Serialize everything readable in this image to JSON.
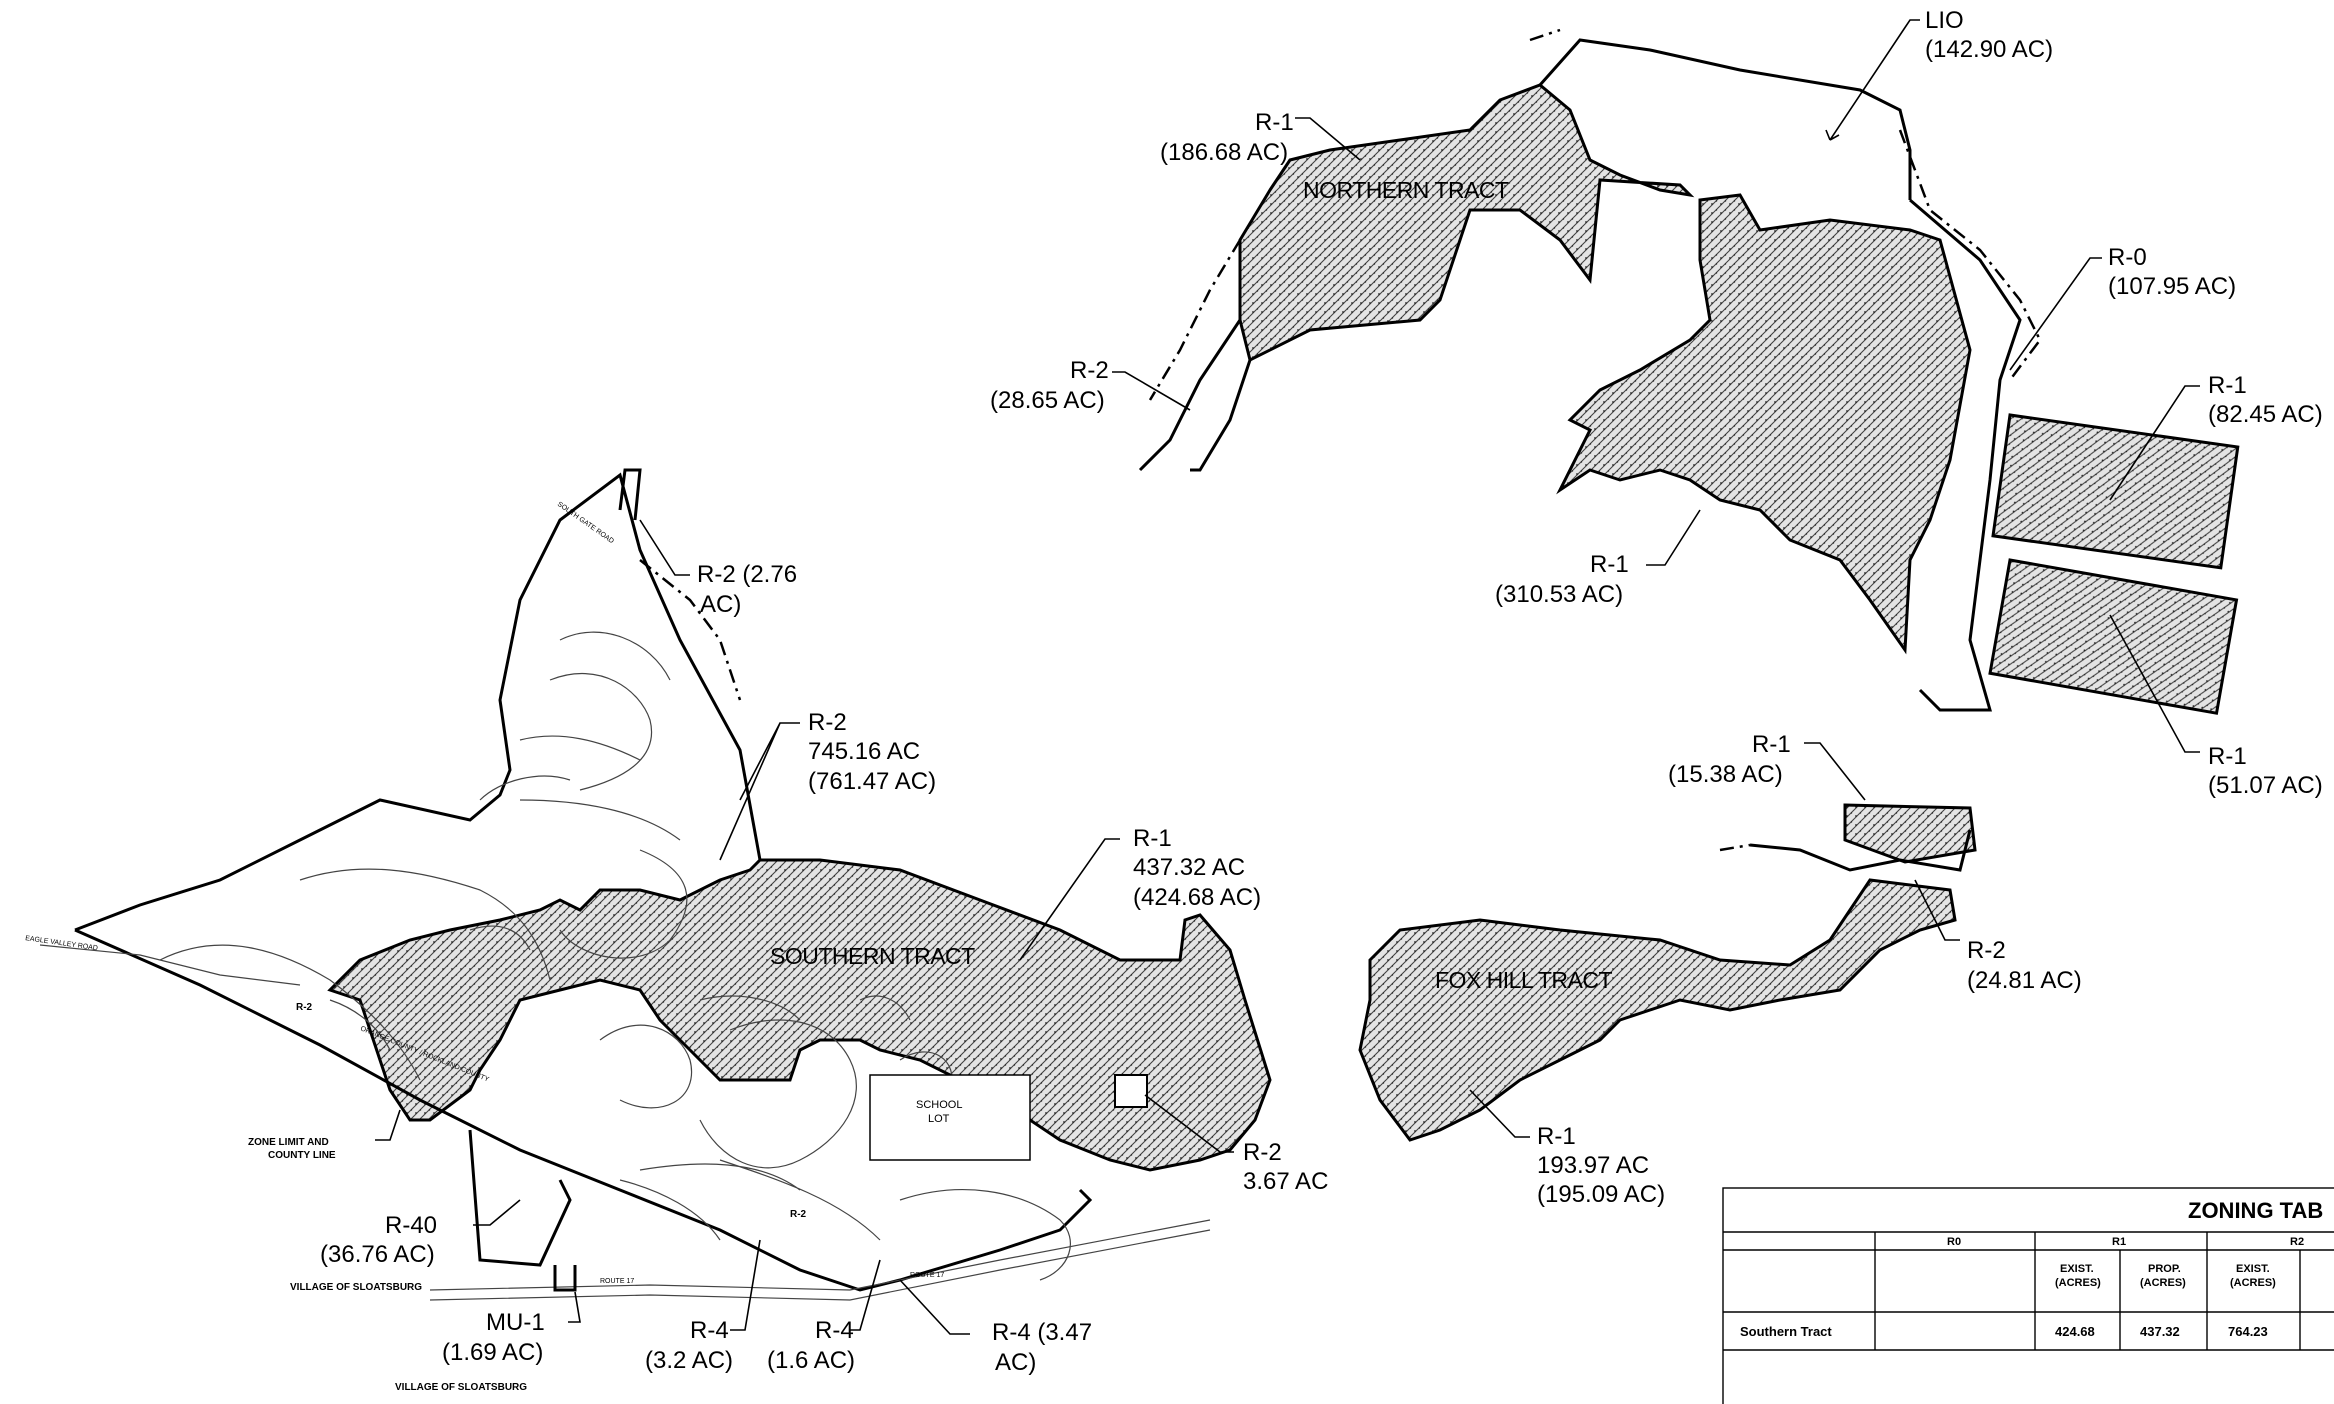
{
  "tracts": {
    "northern": "NORTHERN TRACT",
    "southern": "SOUTHERN TRACT",
    "fox_hill": "FOX HILL TRACT"
  },
  "labels": {
    "lio_zone": "LIO",
    "lio_area": "(142.90 AC)",
    "n_r1_zone": "R-1",
    "n_r1_area": "(186.68 AC)",
    "n_r2_zone": "R-2",
    "n_r2_area": "(28.65 AC)",
    "r0_zone": "R-0",
    "r0_area": "(107.95 AC)",
    "r1_82_zone": "R-1",
    "r1_82_area": "(82.45 AC)",
    "r1_310_zone": "R-1",
    "r1_310_area": "(310.53 AC)",
    "r1_51_zone": "R-1",
    "r1_51_area": "(51.07 AC)",
    "r1_15_zone": "R-1",
    "r1_15_area": "(15.38 AC)",
    "fh_r2_zone": "R-2",
    "fh_r2_area": "(24.81 AC)",
    "fh_r1_zone": "R-1",
    "fh_r1_area_1": "193.97 AC",
    "fh_r1_area_2": "(195.09 AC)",
    "s_r2_276_line1": "R-2 (2.76",
    "s_r2_276_line2": "AC)",
    "s_r2_745_zone": "R-2",
    "s_r2_745_area_1": "745.16 AC",
    "s_r2_745_area_2": "(761.47 AC)",
    "s_r1_zone": "R-1",
    "s_r1_area_1": "437.32 AC",
    "s_r1_area_2": "(424.68 AC)",
    "s_r2_367_zone": "R-2",
    "s_r2_367_area": "3.67 AC",
    "r40_zone": "R-40",
    "r40_area": "(36.76 AC)",
    "village_1": "VILLAGE OF SLOATSBURG",
    "mu1_zone": "MU-1",
    "mu1_area": "(1.69 AC)",
    "village_2": "VILLAGE OF SLOATSBURG",
    "r4_32_zone": "R-4",
    "r4_32_area": "(3.2 AC)",
    "r4_16_zone": "R-4",
    "r4_16_area": "(1.6 AC)",
    "r4_347_line1": "R-4 (3.47",
    "r4_347_line2": "AC)",
    "zone_limit_1": "ZONE LIMIT AND",
    "zone_limit_2": "COUNTY LINE",
    "school_1": "SCHOOL",
    "school_2": "LOT",
    "inner_r2_a": "R-2",
    "inner_r2_b": "R-2",
    "road_south_gate": "SOUTH GATE ROAD",
    "road_eagle_valley": "EAGLE VALLEY ROAD",
    "road_county": "ORANGE COUNTY / ROCKLAND COUNTY",
    "road_route17a": "ROUTE 17",
    "road_route17b": "ROUTE 17"
  },
  "zoning_table": {
    "title": "ZONING TAB",
    "col_r0": "R0",
    "col_r1": "R1",
    "col_r2": "R2",
    "sub_exist_1": "EXIST.",
    "sub_exist_2": "(ACRES)",
    "sub_prop_1": "PROP.",
    "sub_prop_2": "(ACRES)",
    "sub_exist_r2_1": "EXIST.",
    "sub_exist_r2_2": "(ACRES)",
    "row_label": "Southern Tract",
    "r1_exist": "424.68",
    "r1_prop": "437.32",
    "r2_exist": "764.23"
  }
}
